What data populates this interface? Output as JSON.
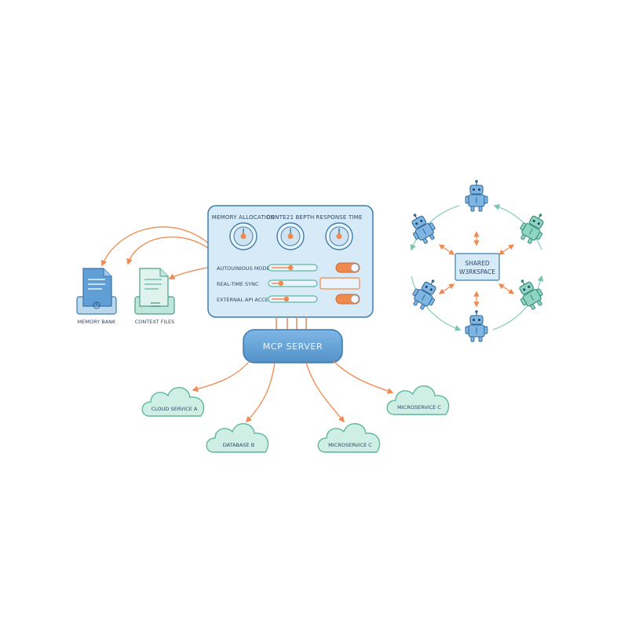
{
  "control_panel": {
    "dials": [
      {
        "label": "MEMORY ALLOCATION",
        "level": 0.5
      },
      {
        "label": "CONTE21 BEPTH",
        "level": 0.5
      },
      {
        "label": "RESPONSE TIME",
        "level": 0.5
      }
    ],
    "controls": [
      {
        "label": "AUTOUINIOUS MODE",
        "slider_level": 0.45,
        "toggle": "on"
      },
      {
        "label": "REAL-TIME SYNC",
        "slider_level": 0.22,
        "toggle": "off"
      },
      {
        "label": "EXTERNAL API ACCESS",
        "slider_level": 0.35,
        "toggle": "on"
      }
    ]
  },
  "files": [
    {
      "label": "MEMORY BANK",
      "icon": "document-icon"
    },
    {
      "label": "CONTEXT FILES",
      "icon": "document-icon"
    }
  ],
  "server": {
    "label": "MCP SERVER"
  },
  "services": [
    {
      "label": "CLOUD SERVICE A",
      "icon": "cloud-icon"
    },
    {
      "label": "DATABASE B",
      "icon": "cloud-icon"
    },
    {
      "label": "MICROSERVICE C",
      "icon": "cloud-icon"
    },
    {
      "label": "MICROSERVICE C",
      "icon": "cloud-icon"
    }
  ],
  "workspace": {
    "line1": "SHARED",
    "line2": "W3RKSPACE",
    "agent_icon": "robot-icon",
    "agent_count": 6
  },
  "colors": {
    "panel_fill": "#d6eaf8",
    "panel_stroke": "#3f7eab",
    "accent_orange": "#ee8a4f",
    "teal": "#5fb7a2",
    "teal_fill": "#cfeee4",
    "server_fill": "#6aa6d8",
    "arrow_orange": "#f0894f",
    "cycle_teal": "#8ccfbf"
  }
}
